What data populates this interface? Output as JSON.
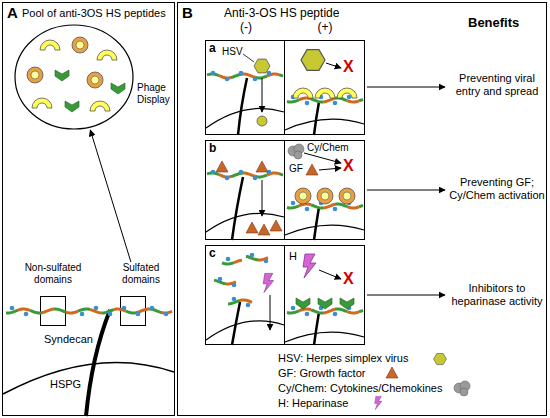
{
  "diagram": {
    "nodes": [
      {
        "text": [
          "A",
          "Pool of anti-3OS HS peptides"
        ]
      },
      {
        "text": [
          "Phage Display"
        ],
        "in": 0
      },
      {
        "text": [
          "Non-sulfated domains"
        ],
        "in": 0
      },
      {
        "text": [
          "Sulfated domains"
        ],
        "in": 0
      },
      {
        "text": [
          "B",
          "Anti-3-OS HS peptide",
          "Benefits"
        ]
      },
      {
        "text": [
          "a",
          "(-)",
          "HSV"
        ],
        "in": 4
      },
      {
        "text": [
          "(+)",
          "X"
        ],
        "in": 4
      },
      {
        "text": [
          "b"
        ],
        "in": 4
      },
      {
        "text": [
          "Cy/Chem",
          "GF",
          "X"
        ],
        "in": 4
      },
      {
        "text": [
          "c"
        ],
        "in": 4
      },
      {
        "text": [
          "H",
          "X"
        ],
        "in": 4
      }
    ],
    "edges": [
      {
        "from": 3,
        "to": 1,
        "arrow": "to"
      }
    ],
    "labels": [
      "Syndecan",
      "HSPG",
      "Preventing viral entry and spread",
      "Preventing GF; Cy/Chem activation",
      "Inhibitors to heparinase activity"
    ],
    "legend": [
      {
        "text": "HSV: Herpes simplex virus"
      },
      {
        "text": "GF: Growth factor"
      },
      {
        "text": "Cy/Chem: Cytokines/Chemokines"
      },
      {
        "text": "H: Heparinase"
      }
    ]
  }
}
